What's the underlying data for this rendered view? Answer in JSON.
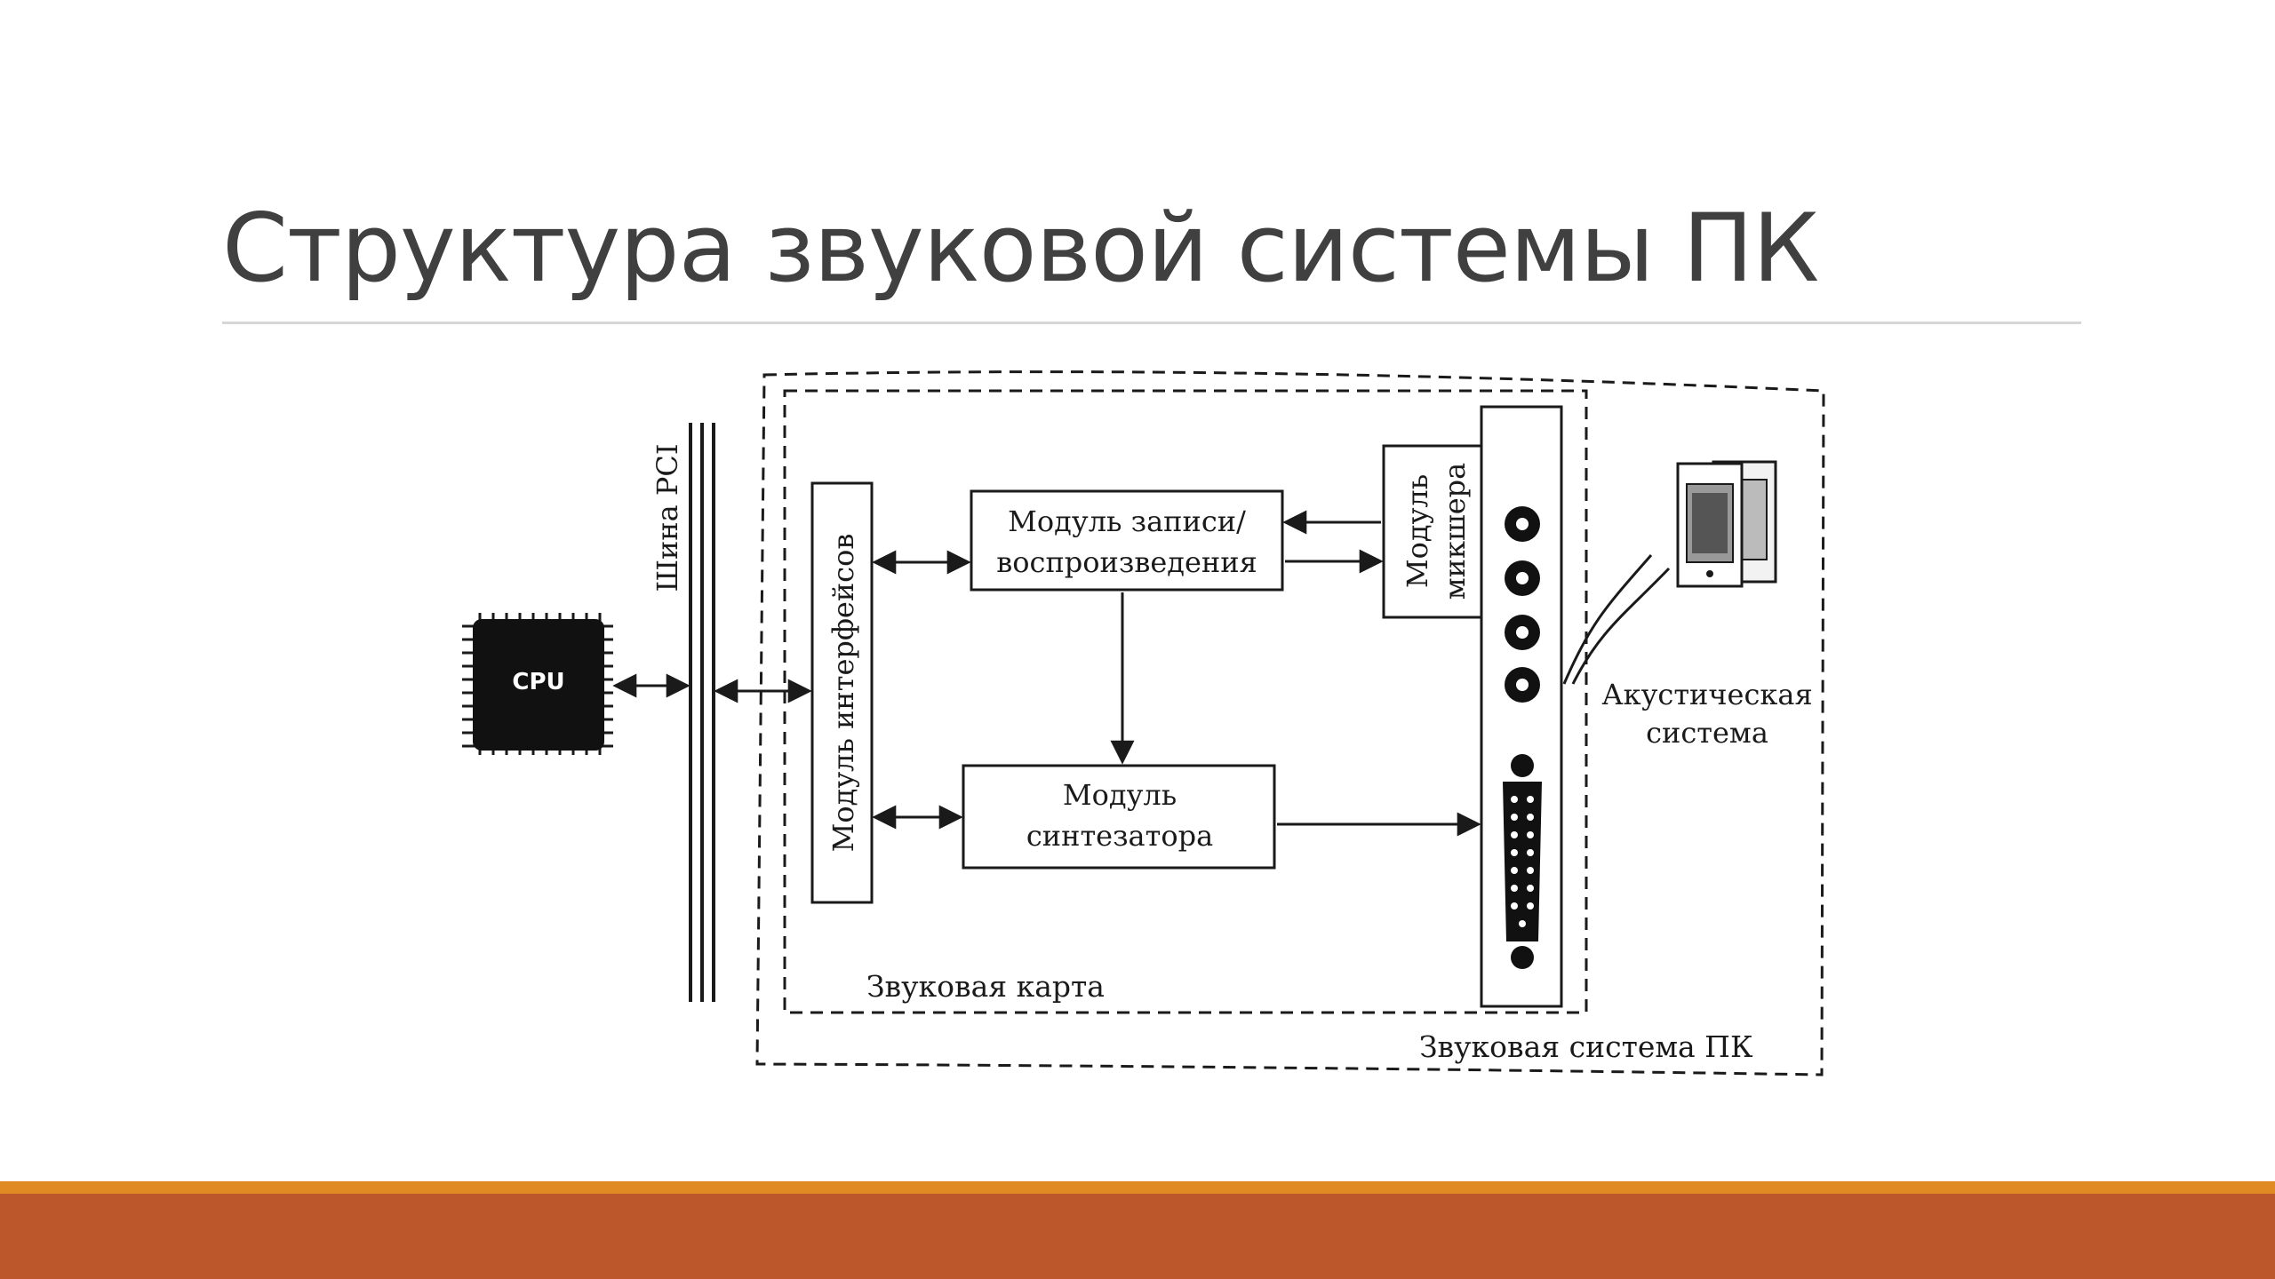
{
  "slide": {
    "title": "Структура звуковой системы ПК"
  },
  "diagram": {
    "cpu_label": "CPU",
    "bus_label": "Шина PCI",
    "interface_module": "Модуль интерфейсов",
    "record_module_line1": "Модуль записи/",
    "record_module_line2": "воспроизведения",
    "synth_module_line1": "Модуль",
    "synth_module_line2": "синтезатора",
    "mixer_module_line1": "Модуль",
    "mixer_module_line2": "микшера",
    "sound_card_label": "Звуковая карта",
    "sound_system_label": "Звуковая система ПК",
    "speakers_label_line1": "Акустическая",
    "speakers_label_line2": "система"
  },
  "colors": {
    "title": "#404040",
    "footer_band": "#bc562b",
    "footer_accent": "#e08a24",
    "diagram_ink": "#1a1a1a"
  }
}
